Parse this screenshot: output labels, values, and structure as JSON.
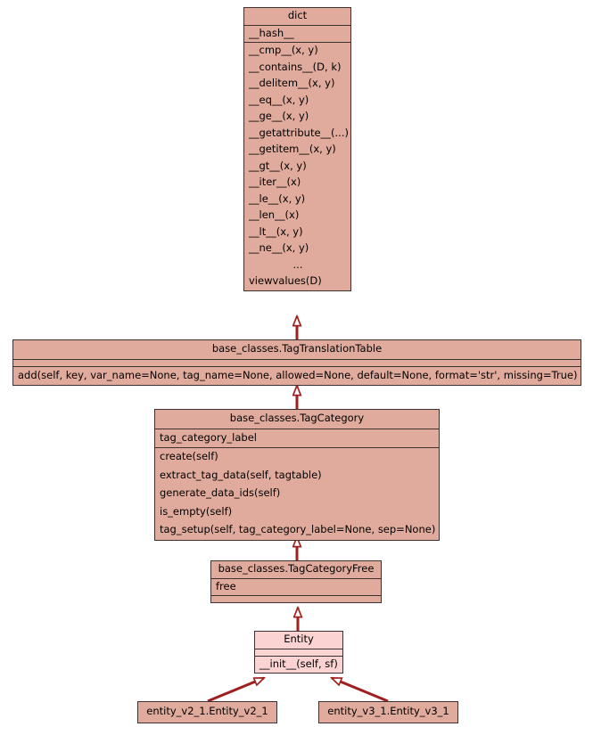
{
  "diagram": {
    "type": "uml-class-diagram",
    "background_color": "#ffffff",
    "node_fill": "#e0ab9c",
    "node_fill_light": "#fbd3d3",
    "border_color": "#3c3232",
    "edge_color": "#a02020"
  },
  "classes": {
    "dict": {
      "name": "dict",
      "attributes": [
        "__hash__"
      ],
      "methods": [
        "__cmp__(x, y)",
        "__contains__(D, k)",
        "__delitem__(x, y)",
        "__eq__(x, y)",
        "__ge__(x, y)",
        "__getattribute__(...)",
        "__getitem__(x, y)",
        "__gt__(x, y)",
        "__iter__(x)",
        "__le__(x, y)",
        "__len__(x)",
        "__lt__(x, y)",
        "__ne__(x, y)",
        "...",
        "viewvalues(D)"
      ]
    },
    "tag_translation_table": {
      "name": "base_classes.TagTranslationTable",
      "attributes": [],
      "methods": [
        "add(self, key, var_name=None, tag_name=None, allowed=None, default=None, format='str', missing=True)"
      ]
    },
    "tag_category": {
      "name": "base_classes.TagCategory",
      "attributes": [
        "tag_category_label"
      ],
      "methods": [
        "create(self)",
        "extract_tag_data(self, tagtable)",
        "generate_data_ids(self)",
        "is_empty(self)",
        "tag_setup(self, tag_category_label=None, sep=None)"
      ]
    },
    "tag_category_free": {
      "name": "base_classes.TagCategoryFree",
      "attributes": [
        "free"
      ],
      "methods": []
    },
    "entity": {
      "name": "Entity",
      "attributes": [],
      "methods": [
        "__init__(self, sf)"
      ]
    },
    "entity_v2_1": {
      "name": "entity_v2_1.Entity_v2_1",
      "attributes": [],
      "methods": []
    },
    "entity_v3_1": {
      "name": "entity_v3_1.Entity_v3_1",
      "attributes": [],
      "methods": []
    }
  },
  "relations": [
    {
      "kind": "inheritance",
      "from": "base_classes.TagTranslationTable",
      "to": "dict"
    },
    {
      "kind": "inheritance",
      "from": "base_classes.TagCategory",
      "to": "base_classes.TagTranslationTable"
    },
    {
      "kind": "inheritance",
      "from": "base_classes.TagCategoryFree",
      "to": "base_classes.TagCategory"
    },
    {
      "kind": "inheritance",
      "from": "Entity",
      "to": "base_classes.TagCategoryFree"
    },
    {
      "kind": "inheritance",
      "from": "entity_v2_1.Entity_v2_1",
      "to": "Entity"
    },
    {
      "kind": "inheritance",
      "from": "entity_v3_1.Entity_v3_1",
      "to": "Entity"
    }
  ]
}
